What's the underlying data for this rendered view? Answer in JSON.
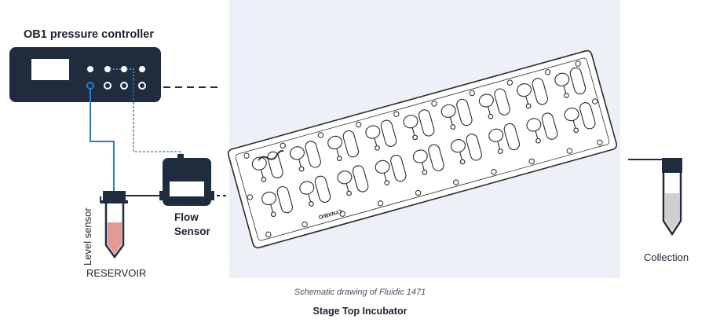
{
  "labels": {
    "ob1_title": "OB1 pressure controller",
    "flow_sensor": [
      "Flow",
      "Sensor"
    ],
    "level_sensor": "Level sensor",
    "reservoir": "RESERVOIR",
    "collection": "Collection",
    "chip_engraving": "LYNXBIO",
    "caption": "Schematic drawing of Fluidic 1471",
    "stage_title": "Stage Top Incubator"
  },
  "colors": {
    "device_body": "#1f2c3e",
    "tubing": "#2a7ec4",
    "reservoir_fluid": "#e39a95",
    "incubator_panel": "#edf0f7",
    "collection_fluid": "#cfcfcf",
    "chip_outline": "#2b2b2b"
  }
}
